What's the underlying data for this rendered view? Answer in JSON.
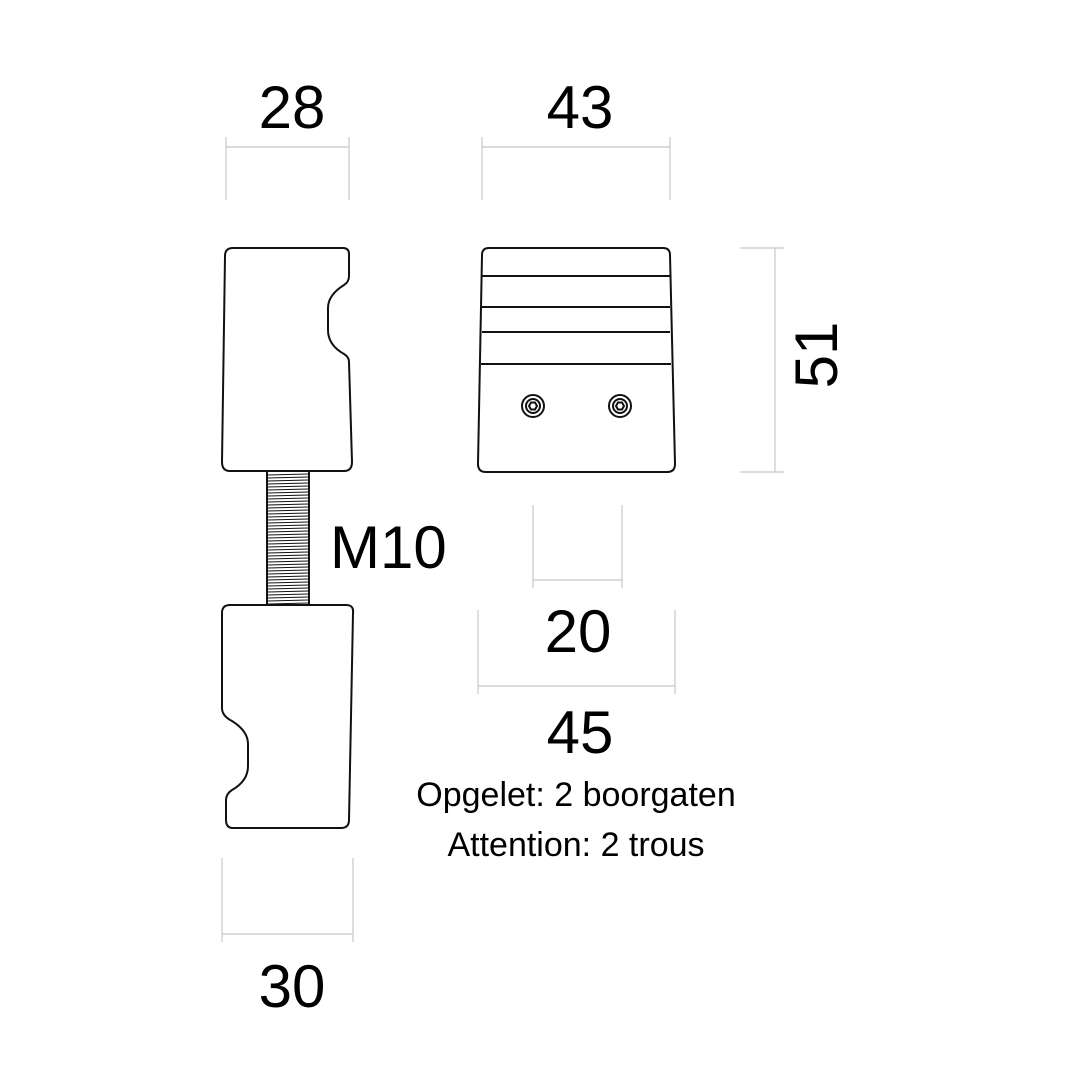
{
  "dimensions": {
    "knob_top_width": "28",
    "plate_width": "43",
    "plate_height": "51",
    "thread_size": "M10",
    "hole_spacing": "20",
    "plate_base_width": "45",
    "knob_bottom_width": "30"
  },
  "notes": {
    "dutch": "Opgelet: 2 boorgaten",
    "french": "Attention: 2 trous"
  },
  "colors": {
    "line": "#111111",
    "dimension_line": "#c8c8c8",
    "background": "#ffffff"
  }
}
